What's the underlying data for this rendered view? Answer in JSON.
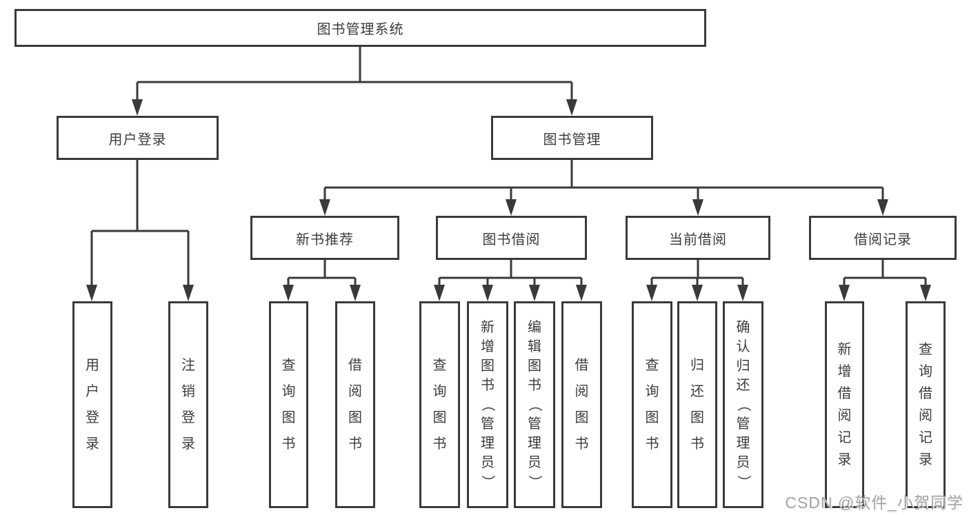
{
  "diagram": {
    "root": {
      "label": "图书管理系统"
    },
    "branches": {
      "user_login": {
        "label": "用户登录"
      },
      "book_mgmt": {
        "label": "图书管理"
      }
    },
    "modules": {
      "new_book_rec": {
        "label": "新书推荐"
      },
      "book_borrow": {
        "label": "图书借阅"
      },
      "current_borrow": {
        "label": "当前借阅"
      },
      "borrow_records": {
        "label": "借阅记录"
      }
    },
    "leaves": {
      "a1": {
        "label": "用户登录"
      },
      "a2": {
        "label": "注销登录"
      },
      "b1": {
        "label": "查询图书"
      },
      "b2": {
        "label": "借阅图书"
      },
      "c1": {
        "label": "查询图书"
      },
      "c2": {
        "label": "新增图书（管理员）"
      },
      "c3": {
        "label": "编辑图书（管理员）"
      },
      "c4": {
        "label": "借阅图书"
      },
      "d1": {
        "label": "查询图书"
      },
      "d2": {
        "label": "归还图书"
      },
      "d3": {
        "label": "确认归还（管理员）"
      },
      "e1": {
        "label": "新增借阅记录"
      },
      "e2": {
        "label": "查询借阅记录"
      }
    }
  },
  "watermark": {
    "text": "CSDN @软件_小贺同学"
  },
  "colors": {
    "line": "#3a3a3a",
    "text": "#3c3c3c",
    "watermark": "#a5a5a5"
  }
}
